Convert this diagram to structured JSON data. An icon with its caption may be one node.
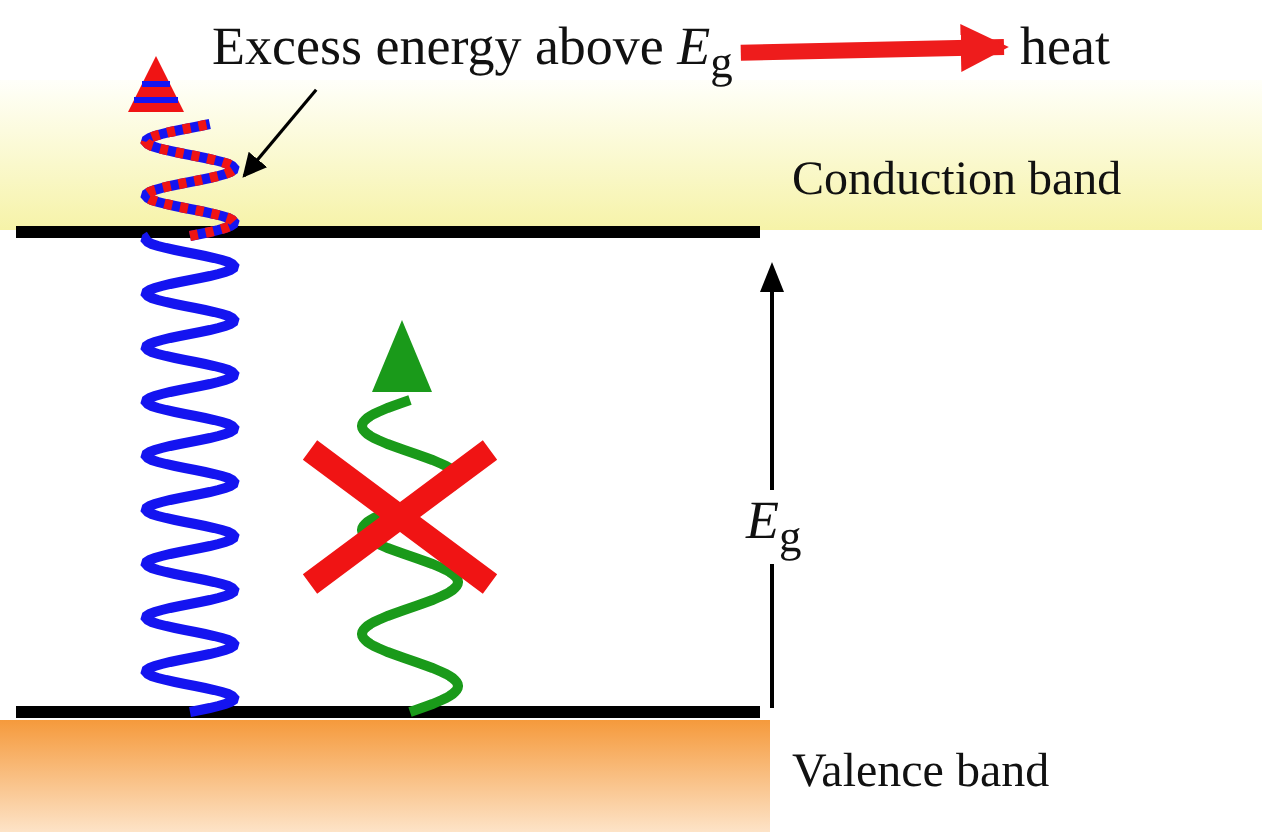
{
  "diagram": {
    "nodes": [
      {
        "text": [
          "Excess energy above *E*$_{g}$"
        ]
      },
      {
        "text": [
          "heat"
        ]
      },
      {
        "text": [
          "Conduction band"
        ]
      },
      {
        "text": [
          "Valence band"
        ]
      },
      {
        "text": [],
        "shape": "picture"
      }
    ],
    "edges": [
      {
        "from": 0,
        "to": 4,
        "arrow": "to"
      },
      {
        "from": 0,
        "to": 1,
        "arrow": "to",
        "style": "thick",
        "color": "#ee1c1c"
      }
    ],
    "labels": [
      "*E*$_{g}$"
    ]
  }
}
